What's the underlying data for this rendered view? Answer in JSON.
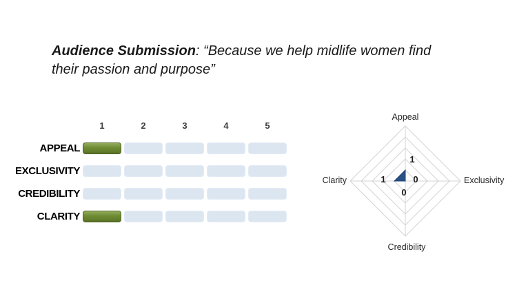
{
  "title": {
    "prefix": "Audience Submission",
    "line1_rest": ": “Because we help midlife women find",
    "line2": "their passion and purpose”"
  },
  "colors": {
    "bar_filled_green": "#6d8b33",
    "bar_filled_green_light": "#93ad5c",
    "bar_filled_green_border": "#4e6322",
    "bar_empty_blue": "#dce6f1",
    "radar_fill_blue": "#2a5183",
    "radar_grid_gray": "#d3d3d3",
    "text_black": "#1a1a1a"
  },
  "chart_data": [
    {
      "type": "bar",
      "title": "",
      "orientation": "horizontal",
      "style": "segmented-cells",
      "categories": [
        "APPEAL",
        "EXCLUSIVITY",
        "CREDIBILITY",
        "CLARITY"
      ],
      "values": [
        1,
        0,
        0,
        1
      ],
      "scale_ticks": [
        "1",
        "2",
        "3",
        "4",
        "5"
      ],
      "xlim": [
        0,
        5
      ],
      "xlabel": "",
      "ylabel": ""
    },
    {
      "type": "radar",
      "title": "",
      "axes": [
        "Appeal",
        "Exclusivity",
        "Credibility",
        "Clarity"
      ],
      "values": [
        1,
        0,
        0,
        1
      ],
      "data_labels": [
        "1",
        "0",
        "0",
        "1"
      ],
      "rings": [
        1,
        2,
        3,
        4,
        5
      ],
      "max": 5,
      "grid": true,
      "legend": false
    }
  ]
}
